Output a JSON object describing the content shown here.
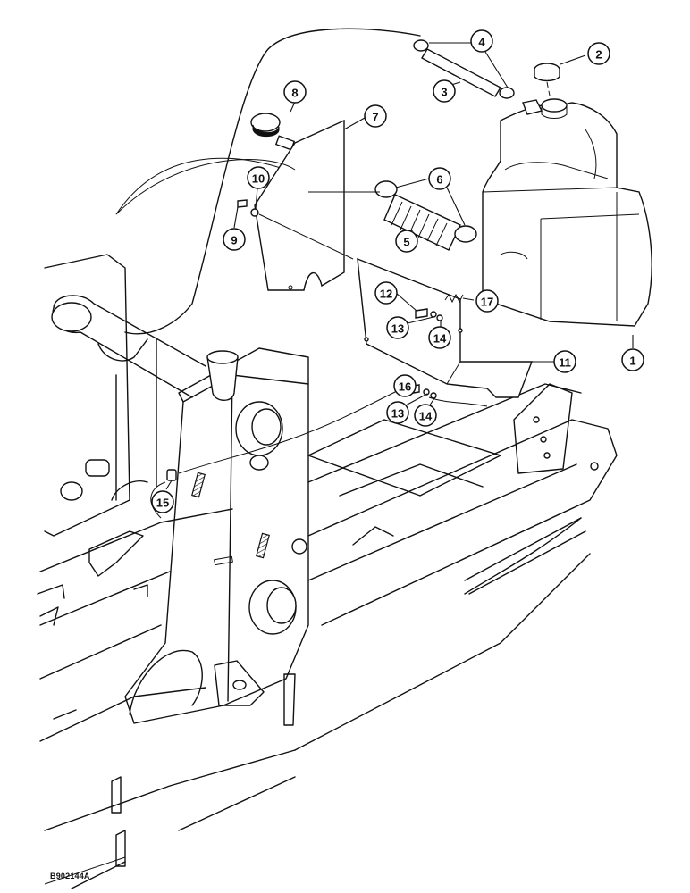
{
  "figure_code": "B902144A",
  "callouts": [
    {
      "id": "callout-1",
      "label": "1"
    },
    {
      "id": "callout-2",
      "label": "2"
    },
    {
      "id": "callout-3",
      "label": "3"
    },
    {
      "id": "callout-4",
      "label": "4"
    },
    {
      "id": "callout-5",
      "label": "5"
    },
    {
      "id": "callout-6",
      "label": "6"
    },
    {
      "id": "callout-7",
      "label": "7"
    },
    {
      "id": "callout-8",
      "label": "8"
    },
    {
      "id": "callout-9",
      "label": "9"
    },
    {
      "id": "callout-10",
      "label": "10"
    },
    {
      "id": "callout-11",
      "label": "11"
    },
    {
      "id": "callout-12",
      "label": "12"
    },
    {
      "id": "callout-13a",
      "label": "13"
    },
    {
      "id": "callout-14a",
      "label": "14"
    },
    {
      "id": "callout-16",
      "label": "16"
    },
    {
      "id": "callout-13b",
      "label": "13"
    },
    {
      "id": "callout-14b",
      "label": "14"
    },
    {
      "id": "callout-15",
      "label": "15"
    },
    {
      "id": "callout-17",
      "label": "17"
    }
  ]
}
